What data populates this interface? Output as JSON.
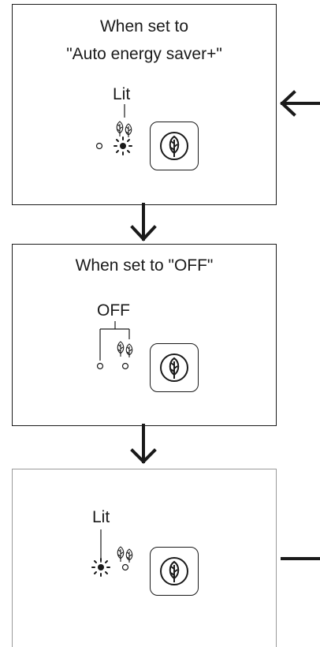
{
  "panels": {
    "auto": {
      "title_line1": "When set to",
      "title_line2": "\"Auto energy saver+\"",
      "indicator_label": "Lit"
    },
    "off": {
      "title": "When set to \"OFF\"",
      "indicator_label": "OFF"
    },
    "third": {
      "indicator_label": "Lit"
    }
  },
  "icons": {
    "energy_button": "leaf-icon",
    "indicator": "double-leaf-icon",
    "lit_lamp": "lit-lamp-icon",
    "off_lamp": "off-lamp-icon"
  },
  "colors": {
    "line": "#1a1a1a",
    "panel3_border": "#9a9a9a"
  }
}
